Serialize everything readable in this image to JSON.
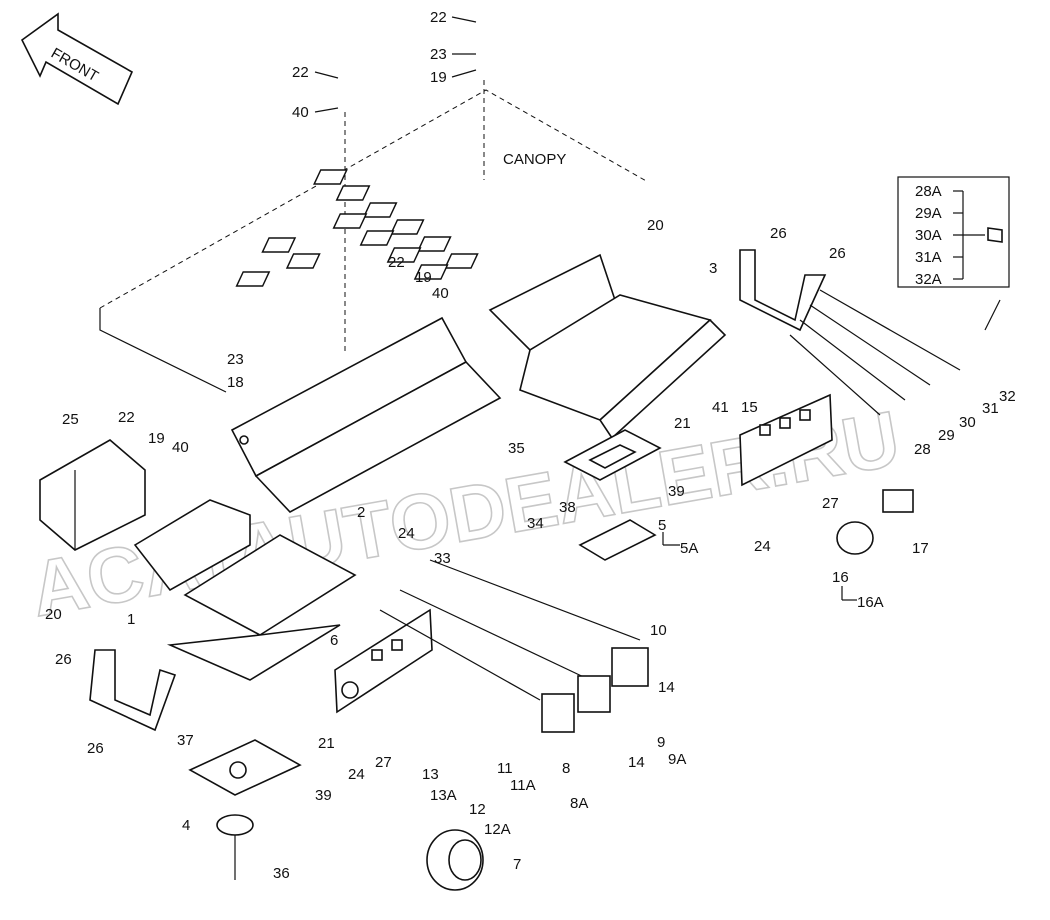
{
  "diagram": {
    "front_label": "FRONT",
    "canopy_label": "CANOPY",
    "watermark": "ACATAUTODEALER.RU",
    "legend_items": [
      "28A",
      "29A",
      "30A",
      "31A",
      "32A"
    ]
  },
  "callouts": [
    {
      "id": "c1",
      "text": "22"
    },
    {
      "id": "c2",
      "text": "23"
    },
    {
      "id": "c3",
      "text": "19"
    },
    {
      "id": "c4",
      "text": "22"
    },
    {
      "id": "c5",
      "text": "40"
    },
    {
      "id": "c6",
      "text": "20"
    },
    {
      "id": "c7",
      "text": "3"
    },
    {
      "id": "c8",
      "text": "22"
    },
    {
      "id": "c9",
      "text": "19"
    },
    {
      "id": "c10",
      "text": "40"
    },
    {
      "id": "c11",
      "text": "23"
    },
    {
      "id": "c12",
      "text": "18"
    },
    {
      "id": "c13",
      "text": "22"
    },
    {
      "id": "c14",
      "text": "19"
    },
    {
      "id": "c15",
      "text": "40"
    },
    {
      "id": "c16",
      "text": "25"
    },
    {
      "id": "c17",
      "text": "26"
    },
    {
      "id": "c18",
      "text": "26"
    },
    {
      "id": "c19",
      "text": "35"
    },
    {
      "id": "c20",
      "text": "2"
    },
    {
      "id": "c21",
      "text": "24"
    },
    {
      "id": "c22",
      "text": "34"
    },
    {
      "id": "c23",
      "text": "33"
    },
    {
      "id": "c24",
      "text": "21"
    },
    {
      "id": "c25",
      "text": "41"
    },
    {
      "id": "c26",
      "text": "15"
    },
    {
      "id": "c27",
      "text": "32"
    },
    {
      "id": "c28",
      "text": "31"
    },
    {
      "id": "c29",
      "text": "30"
    },
    {
      "id": "c30",
      "text": "29"
    },
    {
      "id": "c31",
      "text": "28"
    },
    {
      "id": "c32",
      "text": "38"
    },
    {
      "id": "c33",
      "text": "39"
    },
    {
      "id": "c34",
      "text": "5"
    },
    {
      "id": "c35",
      "text": "5A"
    },
    {
      "id": "c36",
      "text": "24"
    },
    {
      "id": "c37",
      "text": "27"
    },
    {
      "id": "c38",
      "text": "17"
    },
    {
      "id": "c39",
      "text": "16"
    },
    {
      "id": "c40",
      "text": "16A"
    },
    {
      "id": "c41",
      "text": "20"
    },
    {
      "id": "c42",
      "text": "1"
    },
    {
      "id": "c43",
      "text": "26"
    },
    {
      "id": "c44",
      "text": "26"
    },
    {
      "id": "c45",
      "text": "6"
    },
    {
      "id": "c46",
      "text": "10"
    },
    {
      "id": "c47",
      "text": "14"
    },
    {
      "id": "c48",
      "text": "9"
    },
    {
      "id": "c49",
      "text": "14"
    },
    {
      "id": "c50",
      "text": "9A"
    },
    {
      "id": "c51",
      "text": "21"
    },
    {
      "id": "c52",
      "text": "24"
    },
    {
      "id": "c53",
      "text": "27"
    },
    {
      "id": "c54",
      "text": "13"
    },
    {
      "id": "c55",
      "text": "11"
    },
    {
      "id": "c56",
      "text": "8"
    },
    {
      "id": "c57",
      "text": "37"
    },
    {
      "id": "c58",
      "text": "13A"
    },
    {
      "id": "c59",
      "text": "11A"
    },
    {
      "id": "c60",
      "text": "8A"
    },
    {
      "id": "c61",
      "text": "12"
    },
    {
      "id": "c62",
      "text": "39"
    },
    {
      "id": "c63",
      "text": "4"
    },
    {
      "id": "c64",
      "text": "12A"
    },
    {
      "id": "c65",
      "text": "7"
    },
    {
      "id": "c66",
      "text": "36"
    }
  ]
}
